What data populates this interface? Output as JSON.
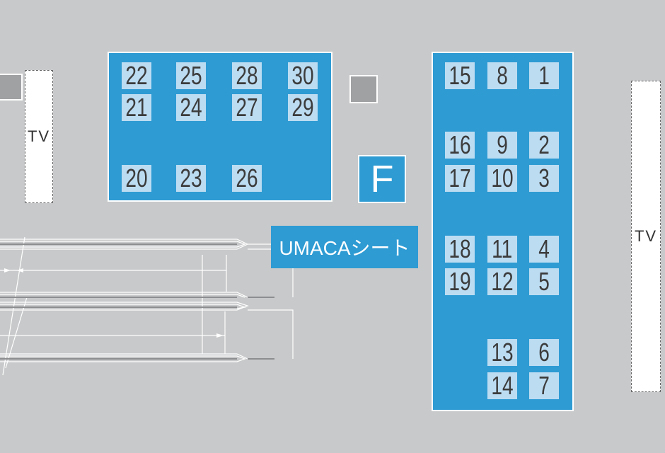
{
  "tv_left": "TV",
  "tv_right": "TV",
  "section_label": "F",
  "umaca_label": "UMACAシート",
  "left_block": {
    "row_top": [
      "22",
      "25",
      "28",
      "30"
    ],
    "row_mid": [
      "21",
      "24",
      "27",
      "29"
    ],
    "row_bottom": [
      "20",
      "23",
      "26"
    ]
  },
  "right_block": {
    "col_left": [
      "15",
      "16",
      "17",
      "18",
      "19"
    ],
    "col_mid": [
      "8",
      "9",
      "10",
      "11",
      "12",
      "13",
      "14"
    ],
    "col_right": [
      "1",
      "2",
      "3",
      "4",
      "5",
      "6",
      "7"
    ]
  },
  "colors": {
    "background": "#c8c9ca",
    "block": "#2e9bd3",
    "seat": "#bcdcf2",
    "pillar": "#a0a1a3"
  }
}
